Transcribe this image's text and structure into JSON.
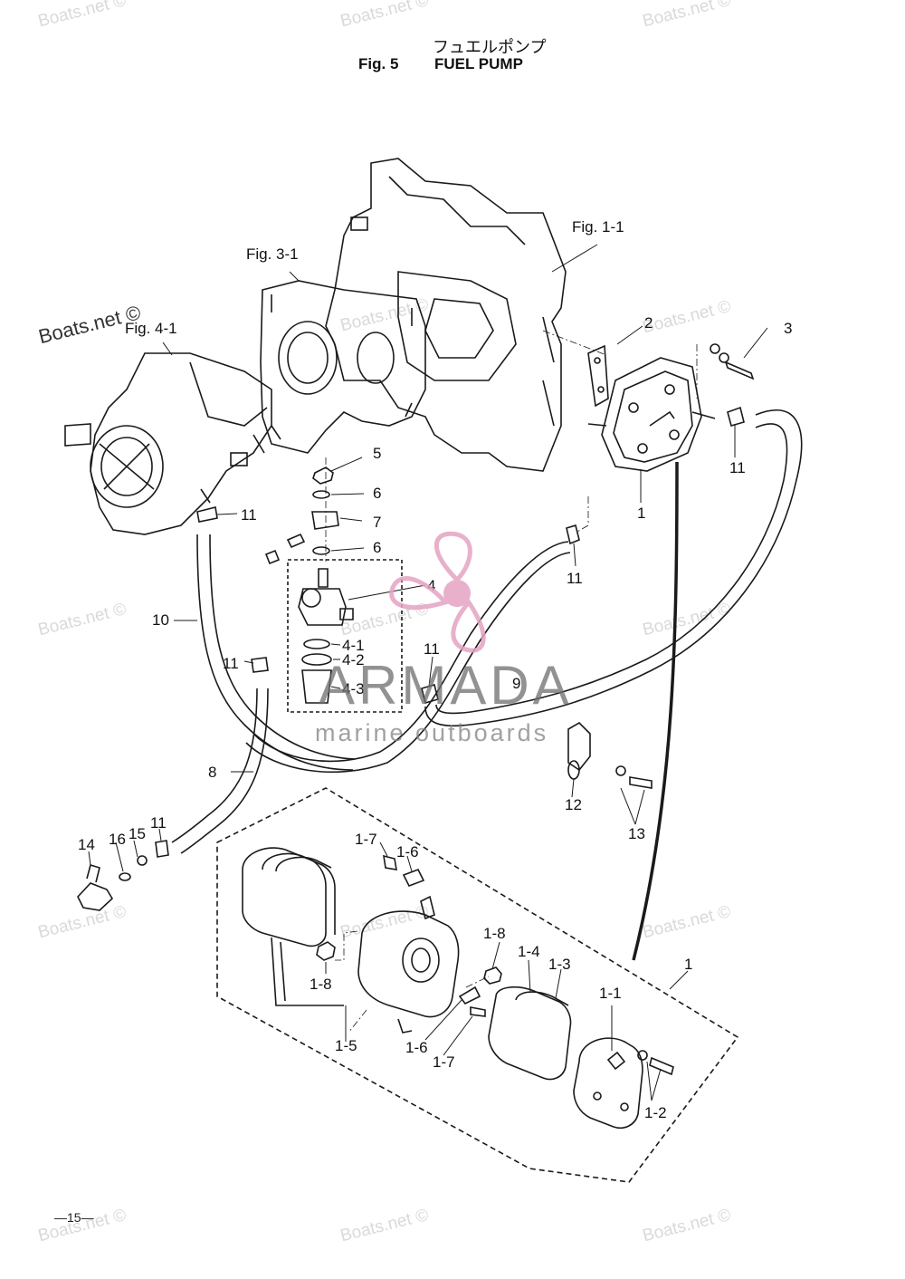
{
  "header": {
    "title_jp": "フュエルポンプ",
    "fig_label": "Fig. 5",
    "fig_title": "FUEL PUMP"
  },
  "refs": {
    "fig_1_1": "Fig. 1-1",
    "fig_3_1": "Fig. 3-1",
    "fig_4_1": "Fig. 4-1"
  },
  "parts": {
    "p1a": "1",
    "p1b": "1",
    "p1_1": "1-1",
    "p1_2": "1-2",
    "p1_3": "1-3",
    "p1_4": "1-4",
    "p1_5": "1-5",
    "p1_6a": "1-6",
    "p1_6b": "1-6",
    "p1_7a": "1-7",
    "p1_7b": "1-7",
    "p1_8a": "1-8",
    "p1_8b": "1-8",
    "p2": "2",
    "p3": "3",
    "p4": "4",
    "p4_1": "4-1",
    "p4_2": "4-2",
    "p4_3": "4-3",
    "p5": "5",
    "p6a": "6",
    "p6b": "6",
    "p7": "7",
    "p8": "8",
    "p9": "9",
    "p10": "10",
    "p11a": "11",
    "p11b": "11",
    "p11c": "11",
    "p11d": "11",
    "p11e": "11",
    "p11f": "11",
    "p12": "12",
    "p13": "13",
    "p14": "14",
    "p15": "15",
    "p16": "16"
  },
  "watermark": {
    "text": "Boats.net ©",
    "brand_name": "ARMADA",
    "brand_tagline": "marine outboards"
  },
  "footer": {
    "page_number": "—15—"
  },
  "colors": {
    "line": "#1a1a1a",
    "brand_pink": "#e4a3c3",
    "brand_grey": "#8a8a8a",
    "watermark": "#d9d9d9"
  }
}
